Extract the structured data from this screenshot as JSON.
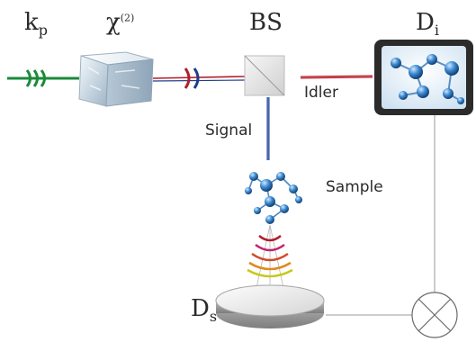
{
  "labels": {
    "pump": "k",
    "pump_sub": "p",
    "crystal": "χ",
    "crystal_sup": "(2)",
    "beamsplitter": "BS",
    "idler_detector": "D",
    "idler_detector_sub": "i",
    "signal_detector": "D",
    "signal_detector_sub": "s",
    "idler": "Idler",
    "signal": "Signal",
    "sample": "Sample"
  },
  "colors": {
    "pump": "#1a8a3a",
    "idler": "#b01e2a",
    "signal": "#1f3d8a",
    "wire": "#9a9a9a",
    "detector_frame": "#2b2b2b"
  },
  "icons": {
    "crystal": "ice-cube-icon",
    "detector_screen": "molecule-screen-icon",
    "sample": "molecule-icon",
    "coincidence": "multiplier-cross-icon"
  }
}
